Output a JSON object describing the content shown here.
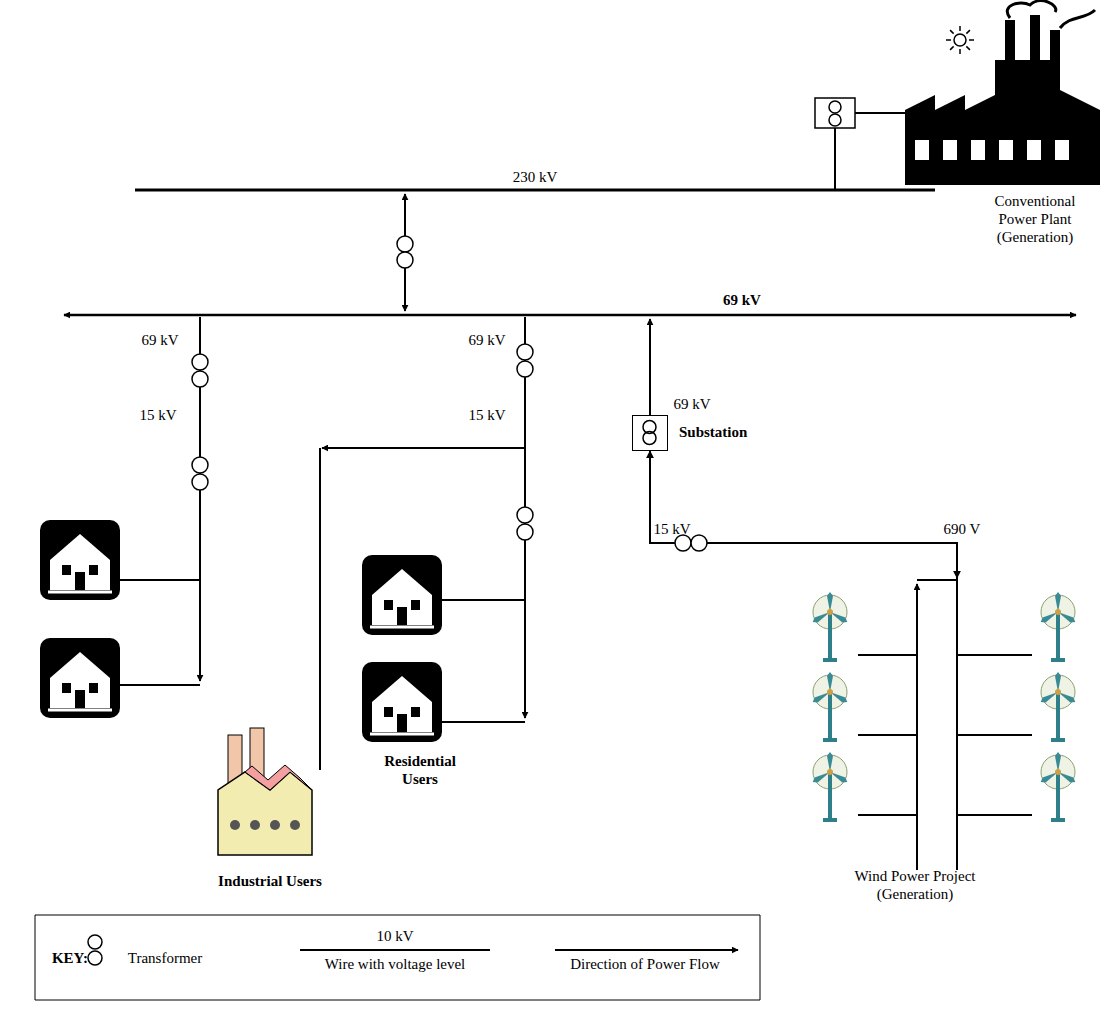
{
  "diagram": {
    "nodes": [
      {
        "text": [
          "Conventional Power Plant (Generation)"
        ]
      },
      {
        "text": [
          "Substation"
        ]
      },
      {
        "text": [
          "Residential Users"
        ]
      },
      {
        "text": [
          "Industrial Users"
        ]
      },
      {
        "text": [
          "Wind Power Project (Generation)"
        ]
      }
    ],
    "edges": [
      {
        "from": 1,
        "to": 4,
        "arrow": "both"
      }
    ],
    "labels": [
      "230 kV",
      "69 kV",
      "69 kV",
      "15 kV",
      "69 kV",
      "15 kV",
      "69 kV",
      "15 kV",
      "690 V",
      "KEY:",
      "10 kV"
    ],
    "legend": [
      {
        "text": "Transformer"
      },
      {
        "text": "Wire with voltage level"
      },
      {
        "text": "Direction of Power Flow"
      }
    ]
  }
}
